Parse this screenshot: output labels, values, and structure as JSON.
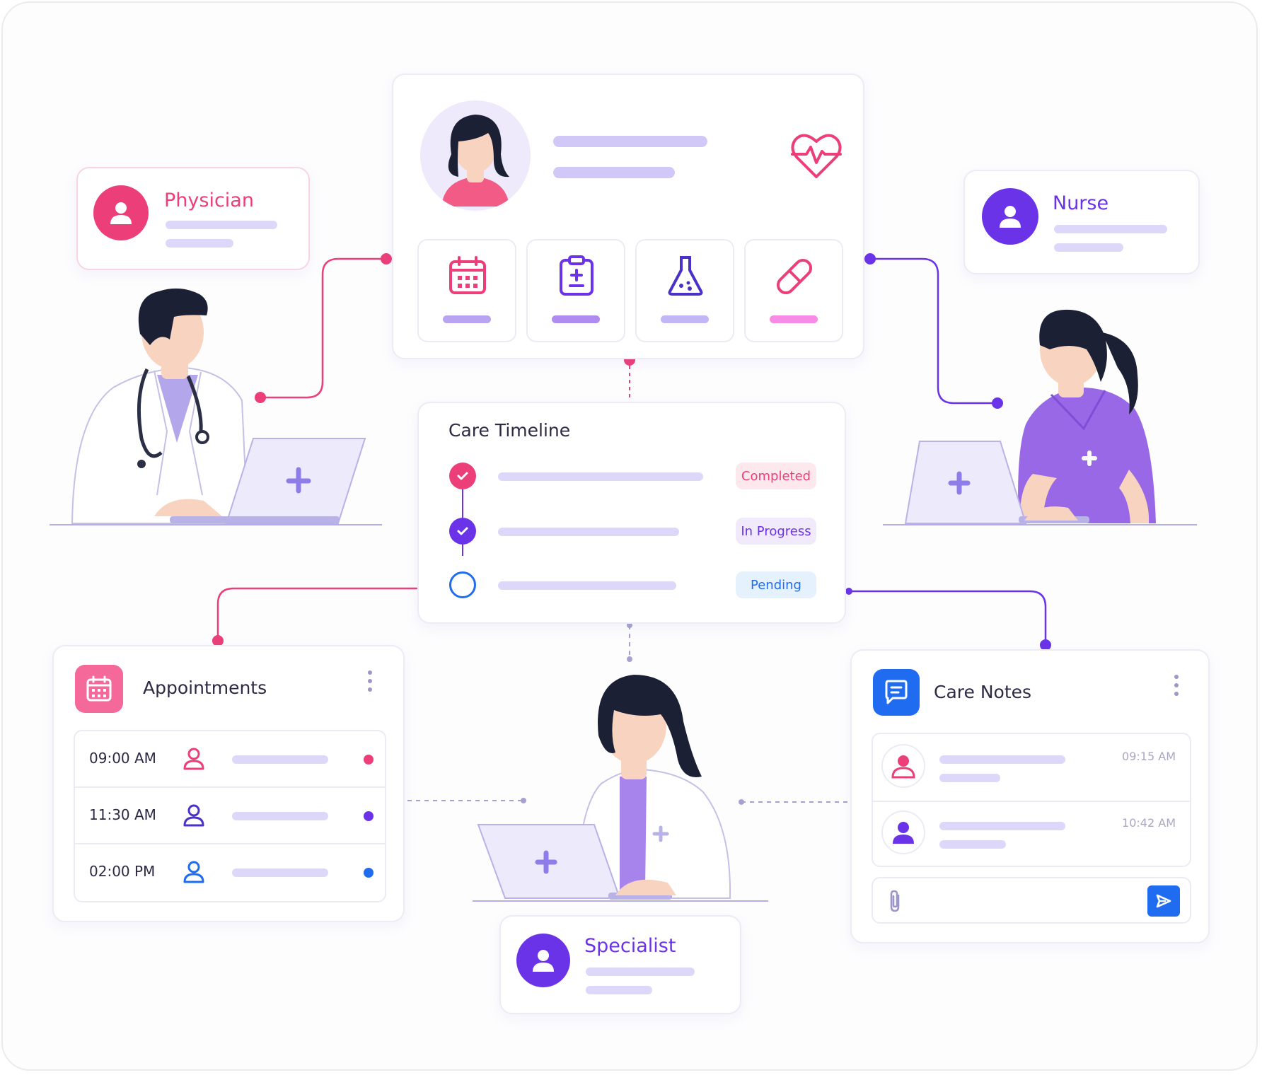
{
  "colors": {
    "physician": "#ec3f79",
    "nurse": "#6b33e8",
    "specialist": "#6b33e8",
    "appointments_icon": "#f4689a",
    "care_notes_icon": "#1f6cf0",
    "completed": "#ec3f79",
    "in_progress": "#6b33e8",
    "pending": "#1f6cf0"
  },
  "roles": {
    "physician": "Physician",
    "nurse": "Nurse",
    "specialist": "Specialist"
  },
  "patient_card": {
    "heart_icon": "heart-pulse-icon",
    "tiles": [
      {
        "icon": "calendar-icon"
      },
      {
        "icon": "clipboard-icon"
      },
      {
        "icon": "flask-icon"
      },
      {
        "icon": "pill-icon"
      }
    ]
  },
  "timeline": {
    "title": "Care Timeline",
    "steps": [
      {
        "status": "Completed"
      },
      {
        "status": "In Progress"
      },
      {
        "status": "Pending"
      }
    ]
  },
  "appointments": {
    "title": "Appointments",
    "rows": [
      {
        "time": "09:00 AM"
      },
      {
        "time": "11:30 AM"
      },
      {
        "time": "02:00 PM"
      }
    ]
  },
  "care_notes": {
    "title": "Care Notes",
    "notes": [
      {
        "time": "09:15 AM"
      },
      {
        "time": "10:42 AM"
      }
    ],
    "attach_icon": "paperclip-icon",
    "send_icon": "send-icon"
  }
}
